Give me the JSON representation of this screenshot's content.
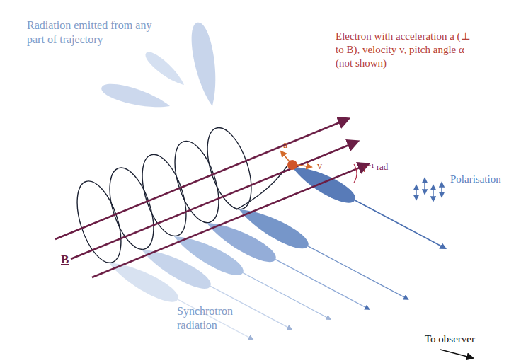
{
  "diagram": {
    "labels": [
      "Radiation emitted from any part of trajectory",
      "Electron with acceleration a (⊥ to B), velocity v, pitch angle α (not shown)",
      "a",
      "v",
      "γ⁻¹ rad",
      "Polarisation",
      "B",
      "Synchrotron radiation",
      "To observer"
    ]
  }
}
